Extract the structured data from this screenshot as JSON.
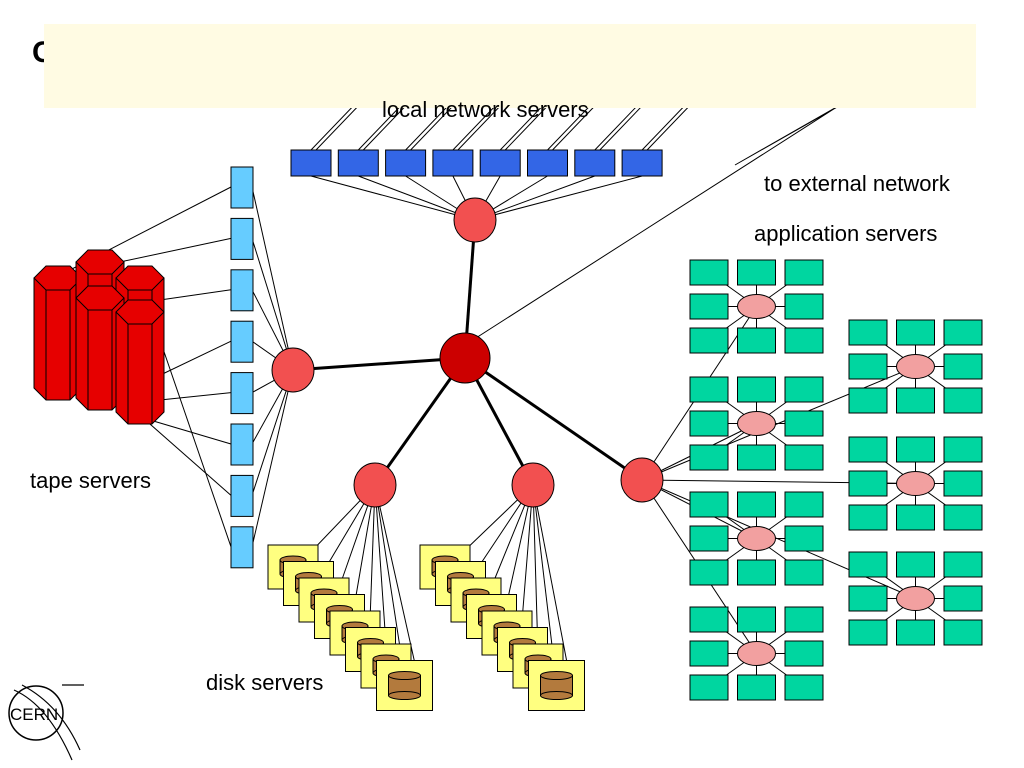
{
  "title_fragment": "C",
  "labels": {
    "local_network": "local network servers",
    "external_network": "to external network",
    "application": "application servers",
    "tape": "tape servers",
    "disk": "disk servers"
  },
  "logo": {
    "text": "CERN"
  },
  "colors": {
    "banner": "#fffbe3",
    "hub": "#cc0000",
    "router": "#f25050",
    "local_server": "#3366e6",
    "tape_server": "#66ccff",
    "tape_drive": "#e60000",
    "disk_box": "#ffff80",
    "disk_cylinder": "#b37a3d",
    "app_server": "#00d6a0",
    "app_router": "#f2a0a0"
  },
  "counts": {
    "local_servers": 8,
    "tape_servers": 8,
    "disk_stack_each": 8,
    "app_cluster_servers": 8
  }
}
